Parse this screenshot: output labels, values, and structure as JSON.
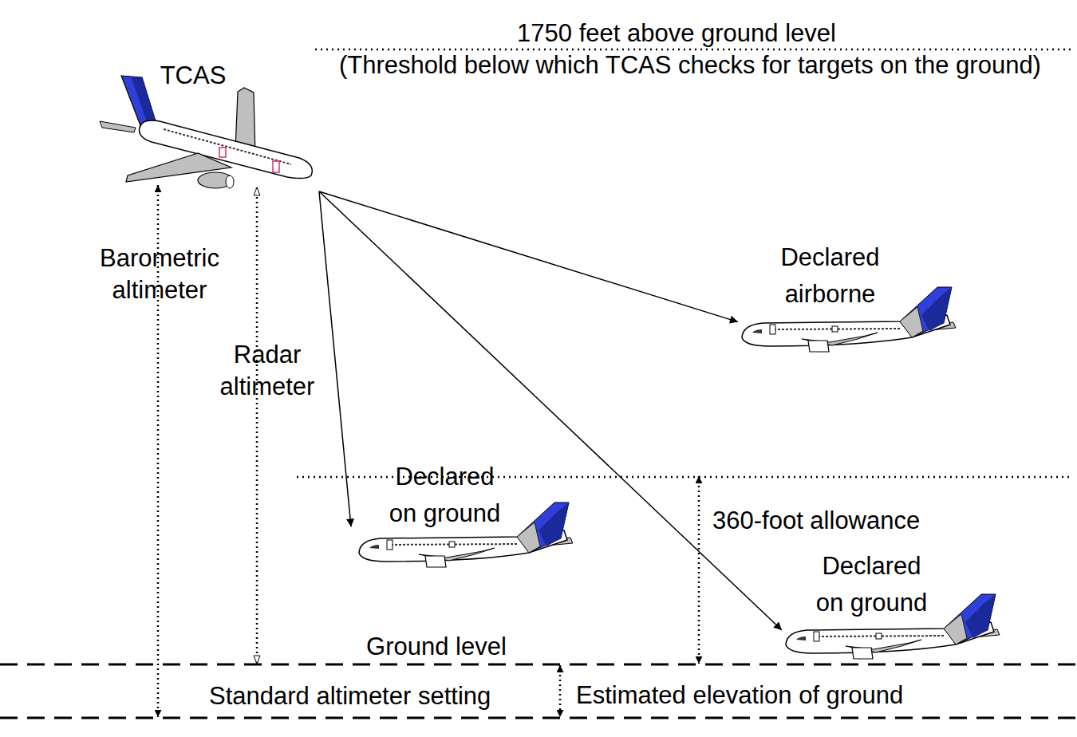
{
  "diagram": {
    "nodes": [
      {
        "text": [
          "TCAS"
        ]
      },
      {
        "text": [
          "Declared airborne"
        ]
      },
      {
        "text": [
          "Declared on ground"
        ]
      },
      {
        "text": [
          "Declared on ground"
        ]
      }
    ],
    "edges": [
      {
        "from": 0,
        "to": 1,
        "arrow": "to"
      },
      {
        "from": 0,
        "to": 2,
        "arrow": "to"
      },
      {
        "from": 0,
        "to": 3,
        "arrow": "to"
      }
    ],
    "labels": [
      "1750 feet above ground level",
      "(Threshold below which TCAS checks for targets on the ground)",
      "Barometric altimeter",
      "Radar altimeter",
      "360-foot allowance",
      "Ground level",
      "Standard altimeter setting",
      "Estimated elevation of ground"
    ]
  }
}
